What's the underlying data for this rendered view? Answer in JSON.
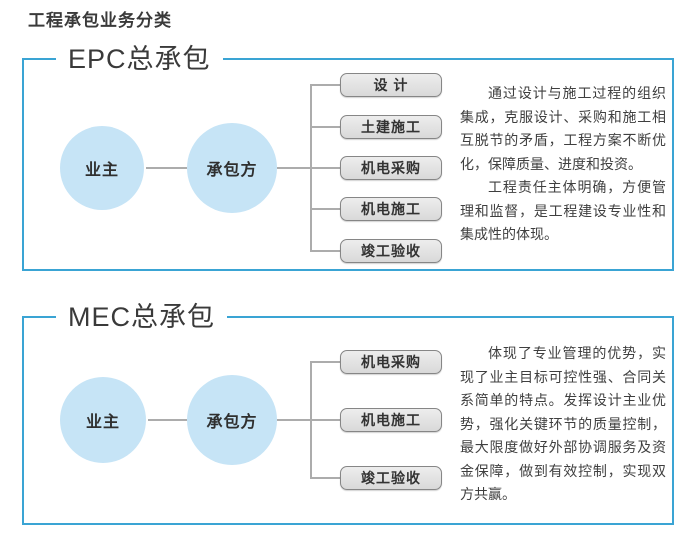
{
  "page_title": "工程承包业务分类",
  "colors": {
    "panel_border_blue": "#3aa4d4",
    "circle_fill_blue": "#c6e4f6",
    "process_box_fill": "#e3e3e3",
    "process_box_border": "#868686",
    "connector_gray": "#acacac",
    "text_dark": "#3a3a3a"
  },
  "sections": [
    {
      "id": "epc",
      "title": "EPC总承包",
      "owner": "业主",
      "contractor": "承包方",
      "boxes": [
        "设 计",
        "土建施工",
        "机电采购",
        "机电施工",
        "竣工验收"
      ],
      "paragraphs": [
        "通过设计与施工过程的组织集成，克服设计、采购和施工相互脱节的矛盾，工程方案不断优化，保障质量、进度和投资。",
        "工程责任主体明确，方便管理和监督，是工程建设专业性和集成性的体现。"
      ]
    },
    {
      "id": "mec",
      "title": "MEC总承包",
      "owner": "业主",
      "contractor": "承包方",
      "boxes": [
        "机电采购",
        "机电施工",
        "竣工验收"
      ],
      "paragraphs": [
        "体现了专业管理的优势，实现了业主目标可控性强、合同关系简单的特点。发挥设计主业优势，强化关键环节的质量控制，最大限度做好外部协调服务及资金保障，做到有效控制，实现双方共赢。"
      ]
    }
  ]
}
